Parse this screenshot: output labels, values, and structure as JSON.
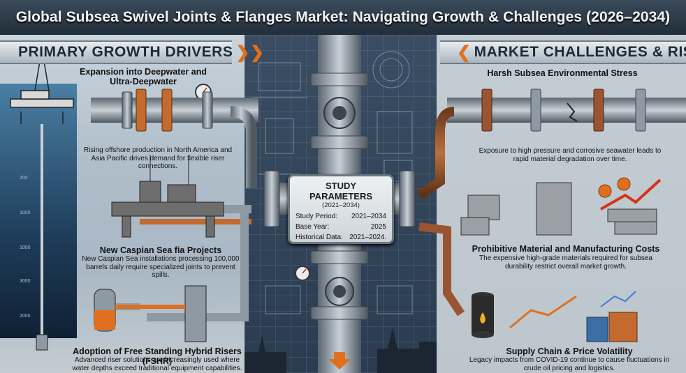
{
  "title": "Global Subsea Swivel Joints & Flanges Market: Navigating Growth & Challenges (2026–2034)",
  "left": {
    "header": "PRIMARY GROWTH DRIVERS",
    "items": [
      {
        "title": "Expansion into Deepwater and Ultra-Deepwater",
        "desc": "Rising offshore production in North America and Asia Pacific drives demand for flexible riser connections."
      },
      {
        "title": "New Caspian Sea fia Projects",
        "desc": "New Caspian Sea installations processing 100,000 barrels daily require specialized joints to prevent spills."
      },
      {
        "title": "Adoption of Free Standing Hybrid Risers (FSHR)",
        "desc": "Advanced riser solutions are increasingly used where water depths exceed traditional equipment capabilities."
      }
    ],
    "depths": [
      "200",
      "1000",
      "1000",
      "3000",
      "2000"
    ]
  },
  "right": {
    "header": "MARKET CHALLENGES & RISKS",
    "items": [
      {
        "title": "Harsh Subsea Environmental Stress",
        "desc": "Exposure to high pressure and corrosive seawater leads to rapid material degradation over time."
      },
      {
        "title": "Prohibitive Material and Manufacturing Costs",
        "desc": "The expensive high-grade materials required for subsea durability restrict overall market growth."
      },
      {
        "title": "Supply Chain & Price Volatility",
        "desc": "Legacy impacts from COVID-19 continue to cause fluctuations in crude oil pricing and logistics."
      }
    ]
  },
  "params": {
    "title": "STUDY PARAMETERS",
    "range": "(2021–2034)",
    "rows": [
      {
        "label": "Study Period:",
        "value": "2021–2034"
      },
      {
        "label": "Base Year:",
        "value": "2025"
      },
      {
        "label": "Historical Data:",
        "value": "2021–2024."
      }
    ]
  },
  "chevron": "❯❯",
  "chevron_left": "❮",
  "colors": {
    "accent": "#e0701e",
    "pipe": "#8e99a3",
    "rust": "#a0522d"
  }
}
